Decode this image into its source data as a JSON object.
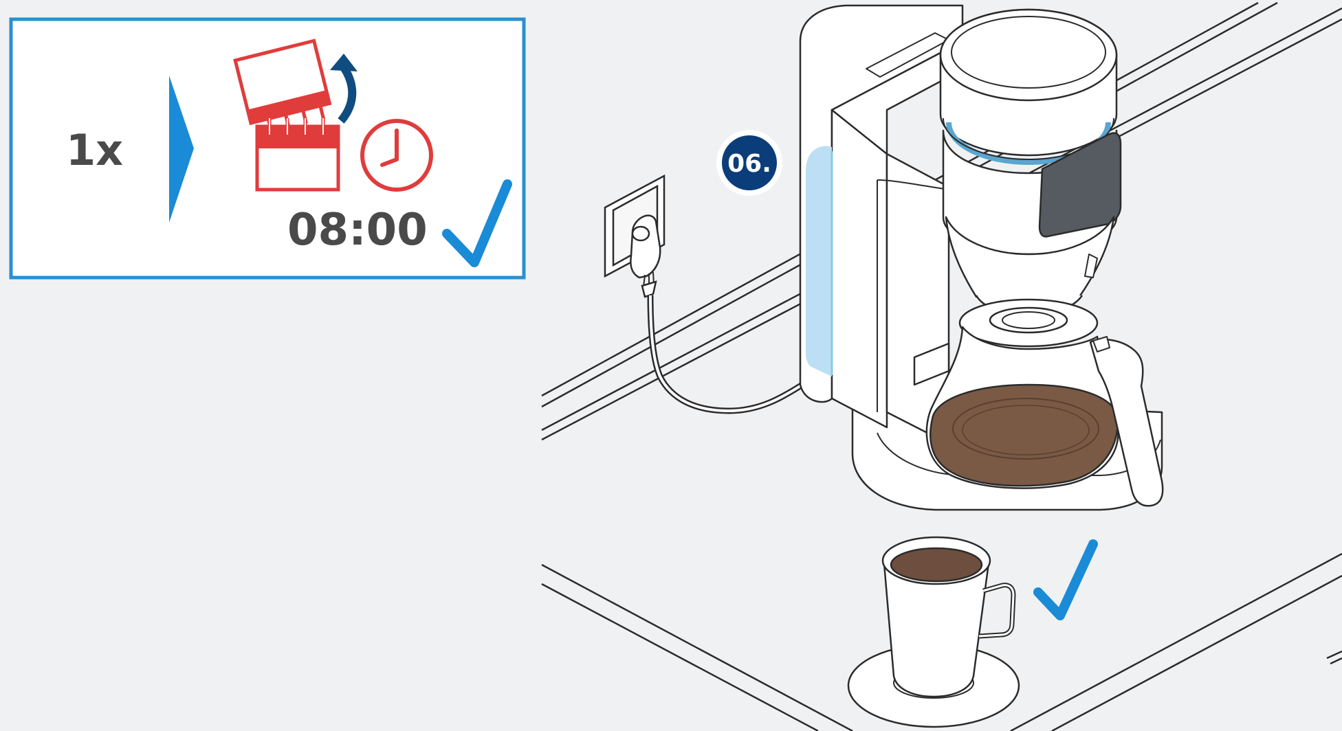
{
  "instruction_box": {
    "repeat_label": "1x",
    "time_label": "08:00"
  },
  "step": {
    "number_label": "06."
  },
  "icons": {
    "next_arrow": "chevron-right",
    "calendar": "calendar-page-flip",
    "clock": "clock",
    "checkmark": "checkmark"
  },
  "colors": {
    "background": "#f0f1f3",
    "box_border": "#2a8fd0",
    "arrow_blue": "#1a8bd6",
    "calendar_red": "#e03c3c",
    "curve_arrow_navy": "#0f4c7f",
    "step_badge": "#0b3d7a",
    "text_gray": "#4a4a4a",
    "check_blue": "#1a8bd6",
    "water_tank": "#bcdff3",
    "coffee_brown": "#7a5a45"
  }
}
